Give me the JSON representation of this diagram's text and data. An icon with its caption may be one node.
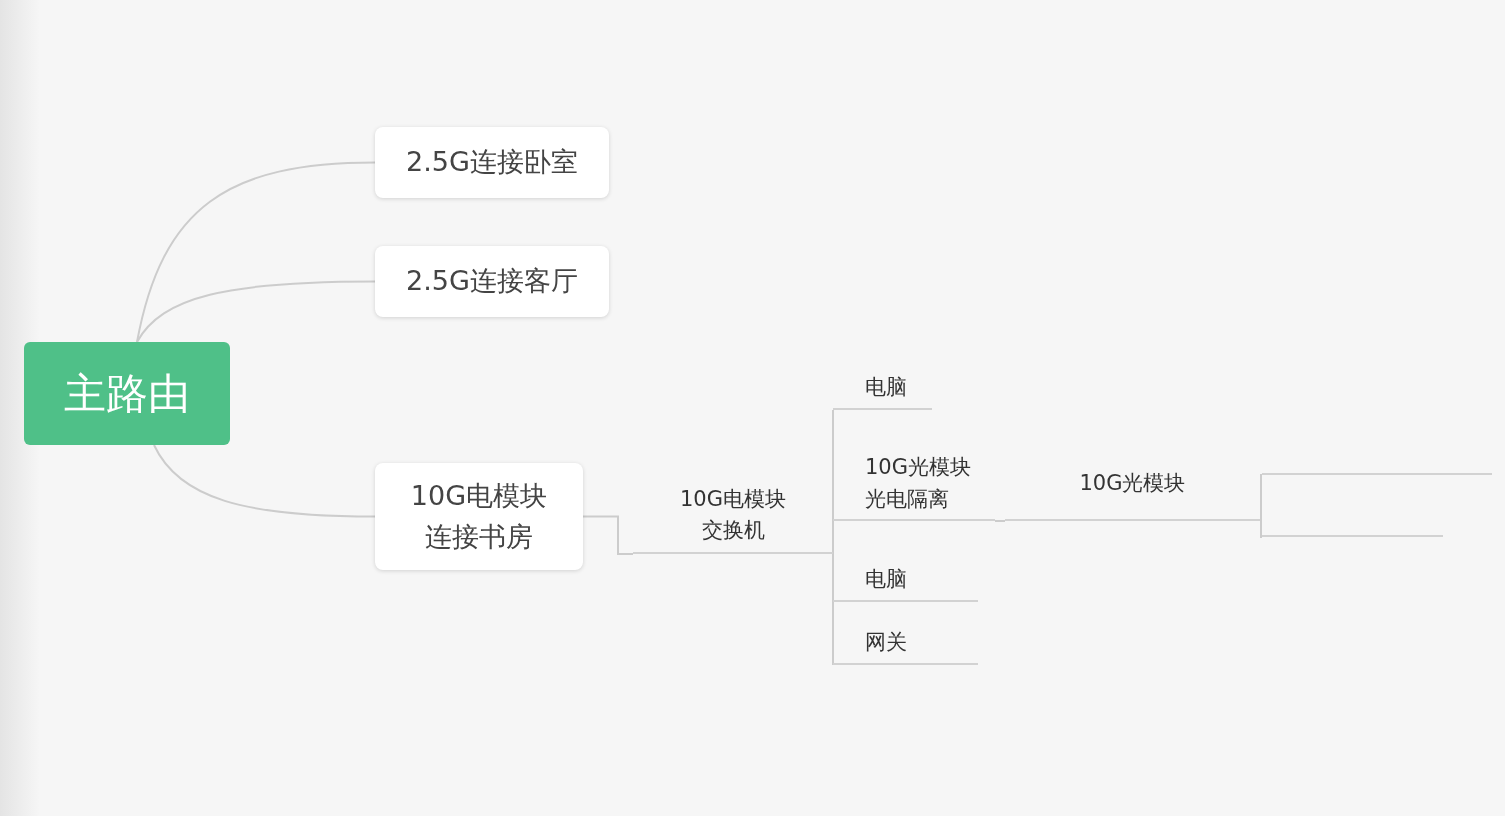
{
  "diagram": {
    "nodes": [
      {
        "text": [
          "主路由"
        ]
      },
      {
        "text": [
          "2.5G连接卧室"
        ]
      },
      {
        "text": [
          "2.5G连接客厅"
        ]
      },
      {
        "text": [
          "10G电模块连接书房"
        ]
      },
      {
        "text": [
          "10G电模块交换机"
        ]
      },
      {
        "text": [
          "电脑"
        ]
      },
      {
        "text": [
          "10G光模块光电隔离"
        ]
      },
      {
        "text": [
          "10G光模块"
        ]
      },
      {
        "text": [],
        "shape": "bar"
      },
      {
        "text": [],
        "shape": "bar"
      },
      {
        "text": [
          "电脑"
        ]
      },
      {
        "text": [
          "网关"
        ]
      }
    ],
    "edges": [
      {
        "from": 0,
        "to": 1,
        "arrow": "none"
      },
      {
        "from": 0,
        "to": 2,
        "arrow": "none"
      },
      {
        "from": 0,
        "to": 3,
        "arrow": "none"
      },
      {
        "from": 3,
        "to": 4,
        "arrow": "none"
      },
      {
        "from": 4,
        "to": 5,
        "arrow": "none"
      },
      {
        "from": 4,
        "to": 6,
        "arrow": "none"
      },
      {
        "from": 4,
        "to": 10,
        "arrow": "none"
      },
      {
        "from": 4,
        "to": 11,
        "arrow": "none"
      },
      {
        "from": 6,
        "to": 7,
        "arrow": "none"
      },
      {
        "from": 7,
        "to": 8,
        "arrow": "none"
      },
      {
        "from": 7,
        "to": 9,
        "arrow": "none"
      }
    ]
  }
}
